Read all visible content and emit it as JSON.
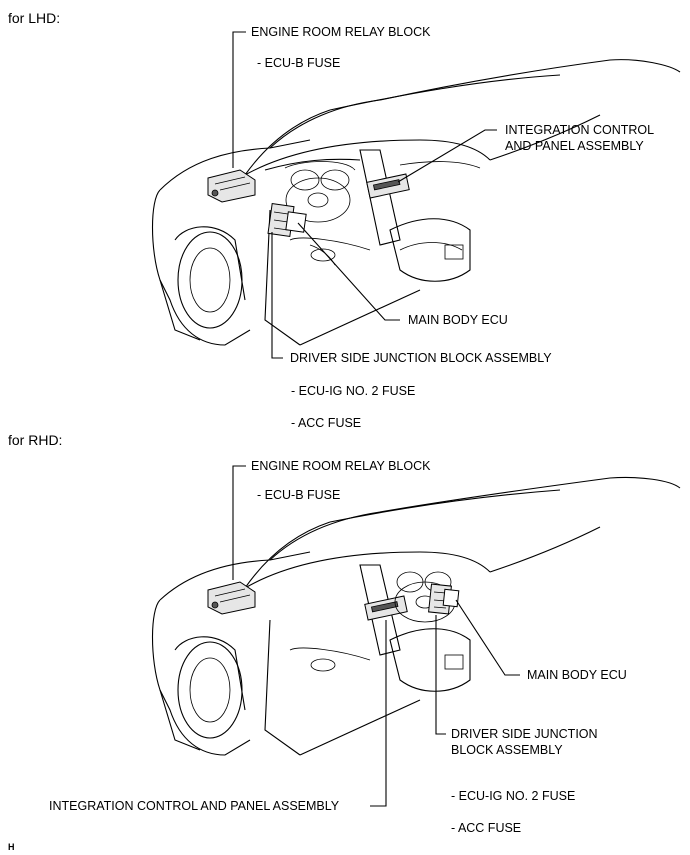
{
  "lhd": {
    "heading": "for LHD:",
    "engine_room": "ENGINE ROOM RELAY BLOCK",
    "ecu_b": "- ECU-B FUSE",
    "integration_line1": "INTEGRATION CONTROL",
    "integration_line2": "AND PANEL ASSEMBLY",
    "main_body_ecu": "MAIN BODY ECU",
    "driver_junction": "DRIVER SIDE JUNCTION BLOCK ASSEMBLY",
    "ecu_ig": "- ECU-IG NO. 2 FUSE",
    "acc": "- ACC FUSE"
  },
  "rhd": {
    "heading": "for RHD:",
    "engine_room": "ENGINE ROOM RELAY BLOCK",
    "ecu_b": "- ECU-B FUSE",
    "main_body_ecu": "MAIN BODY ECU",
    "driver_junction_line1": "DRIVER SIDE JUNCTION",
    "driver_junction_line2": "BLOCK ASSEMBLY",
    "integration": "INTEGRATION CONTROL AND PANEL ASSEMBLY",
    "ecu_ig": "- ECU-IG NO. 2 FUSE",
    "acc": "- ACC FUSE"
  },
  "footer_mark": "H"
}
